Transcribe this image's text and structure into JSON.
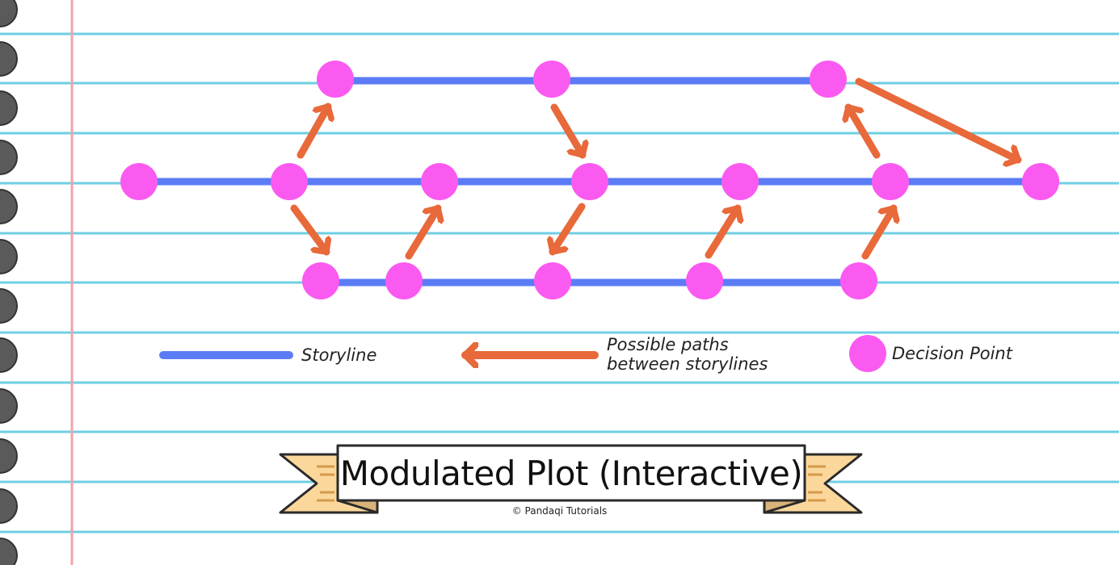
{
  "diagram": {
    "title": "Modulated Plot (Interactive)",
    "credit": "© Pandaqi Tutorials",
    "legend": {
      "storyline": "Storyline",
      "paths_line1": "Possible paths",
      "paths_line2": "between storylines",
      "decision_point": "Decision Point"
    },
    "colors": {
      "storyline": "#5b7cf5",
      "path_arrow": "#e8693a",
      "decision_point": "#fb5af0",
      "ruled_line": "#6fcfe3",
      "margin_line": "#f2a3a8",
      "ring": "#5a5a5a",
      "banner": "#fbd79b"
    }
  }
}
